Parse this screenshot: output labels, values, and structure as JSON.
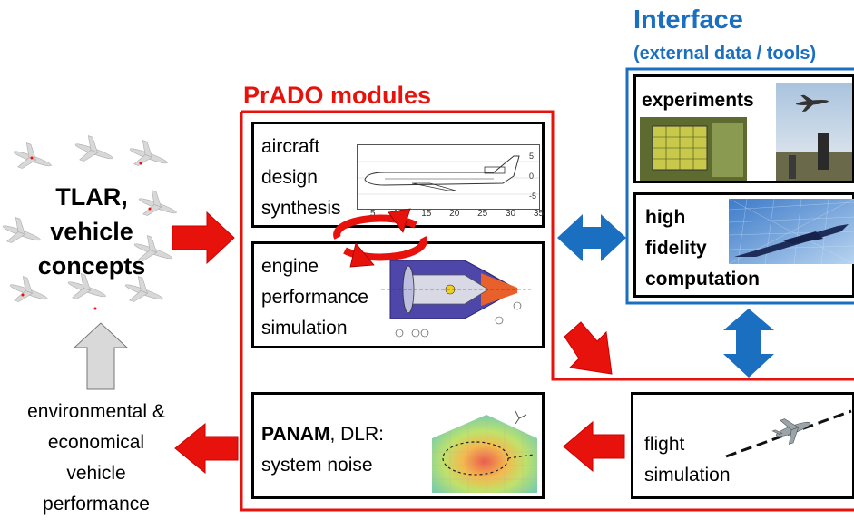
{
  "interface": {
    "title": "Interface",
    "subtitle": "(external data / tools)",
    "color": "#1a6fc0"
  },
  "prado": {
    "title": "PrADO modules",
    "color": "#e8120c"
  },
  "tlar": {
    "lines": [
      "TLAR,",
      "vehicle",
      "concepts"
    ]
  },
  "aircraft_design": {
    "lines": [
      "aircraft",
      "design",
      "synthesis"
    ],
    "plot_ticks_x": [
      "5",
      "10",
      "15",
      "20",
      "25",
      "30",
      "35"
    ],
    "plot_ticks_y": [
      "5",
      "0",
      "-5"
    ]
  },
  "engine": {
    "lines": [
      "engine",
      "performance",
      "simulation"
    ]
  },
  "experiments": {
    "label": "experiments"
  },
  "high_fidelity": {
    "lines": [
      "high",
      "fidelity",
      "computation"
    ]
  },
  "panam": {
    "bold": "PANAM",
    "rest": ", DLR:",
    "line2": "system noise"
  },
  "flight": {
    "lines": [
      "flight",
      "simulation"
    ]
  },
  "outcome": {
    "lines": [
      "environmental &",
      "economical",
      "vehicle",
      "performance"
    ]
  },
  "icons": [
    "aircraft-icon",
    "engine-diagram-icon",
    "noise-map-icon",
    "wind-tunnel-photo-icon",
    "cfd-mesh-icon"
  ]
}
